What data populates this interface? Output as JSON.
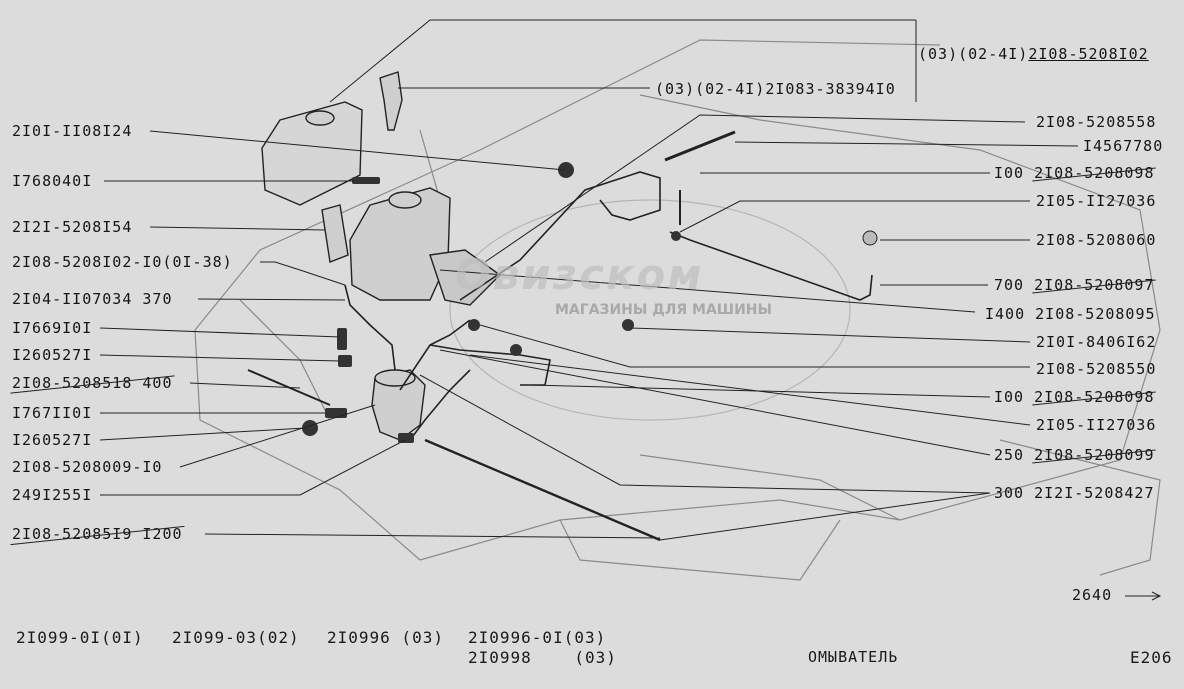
{
  "watermark": {
    "brand": "Овизском",
    "tagline": "МАГАЗИНЫ ДЛЯ МАШИНЫ"
  },
  "labels_left": [
    "2I0I-II08I24",
    "I768040I",
    "2I2I-5208I54",
    "2I08-5208I02-I0(0I-38)",
    "2I04-II07034 370",
    "I7669I0I",
    "I260527I",
    "2I08-5208518 400",
    "I767II0I",
    "I260527I",
    "2I08-5208009-I0",
    "249I255I",
    "2I08-52085I9 I200"
  ],
  "labels_right": [
    {
      "prefix": "",
      "code": "2I08-5208558"
    },
    {
      "prefix": "",
      "code": "I4567780"
    },
    {
      "prefix": "I00",
      "code": "2I08-5208098"
    },
    {
      "prefix": "",
      "code": "2I05-II27036"
    },
    {
      "prefix": "",
      "code": "2I08-5208060"
    },
    {
      "prefix": "700",
      "code": "2I08-5208097"
    },
    {
      "prefix": "I400",
      "code": "2I08-5208095"
    },
    {
      "prefix": "",
      "code": "2I0I-8406I62"
    },
    {
      "prefix": "",
      "code": "2I08-5208550"
    },
    {
      "prefix": "I00",
      "code": "2I08-5208098"
    },
    {
      "prefix": "",
      "code": "2I05-II27036"
    },
    {
      "prefix": "250",
      "code": "2I08-5208099"
    },
    {
      "prefix": "300",
      "code": "2I2I-5208427"
    }
  ],
  "top_labels": {
    "line1_prefix": "(03)(02-4I)",
    "line1_code": "2I08-5208I02",
    "line2": "(03)(02-4I)2I083-38394I0"
  },
  "dimension": "2640",
  "footer": {
    "models_a": "2I099-0I(0I)",
    "models_b": "2I099-03(02)",
    "models_c": "2I0996 (03)",
    "models_d1": "2I0996-0I(03)",
    "models_d2": "2I0998    (03)",
    "title": "ОМЫВАТЕЛЬ",
    "page_code": "E206"
  }
}
